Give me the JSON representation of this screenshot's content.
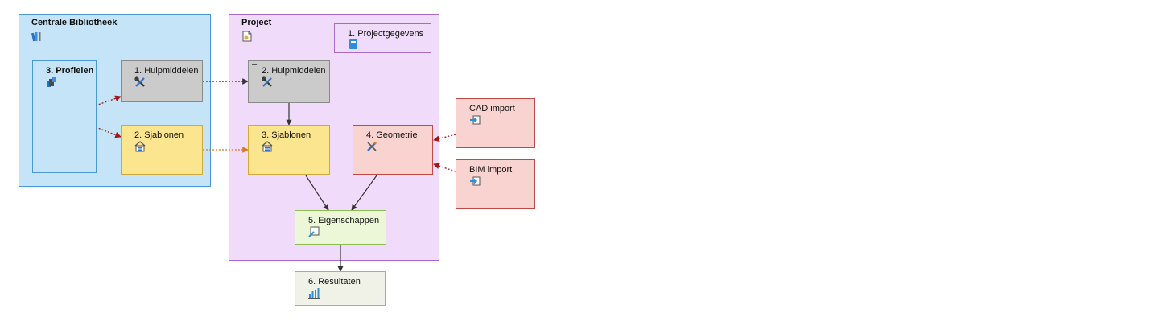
{
  "groups": {
    "library": {
      "title": "Centrale Bibliotheek",
      "icon": "books-icon"
    },
    "project": {
      "title": "Project",
      "icon": "project-document-icon"
    }
  },
  "nodes": {
    "lib_profielen": {
      "label": "3. Profielen",
      "icon": "profiles-icon"
    },
    "lib_hulpmiddelen": {
      "label": "1. Hulpmiddelen",
      "icon": "tools-icon"
    },
    "lib_sjablonen": {
      "label": "2. Sjablonen",
      "icon": "template-icon"
    },
    "projectgegevens": {
      "label": "1. Projectgegevens",
      "icon": "book-icon"
    },
    "proj_hulpmiddelen": {
      "label": "2. Hulpmiddelen",
      "icon": "tools-icon"
    },
    "proj_sjablonen": {
      "label": "3. Sjablonen",
      "icon": "template-icon"
    },
    "geometrie": {
      "label": "4. Geometrie",
      "icon": "geometry-icon"
    },
    "cad_import": {
      "label": "CAD import",
      "icon": "import-icon"
    },
    "bim_import": {
      "label": "BIM import",
      "icon": "import-icon"
    },
    "eigenschappen": {
      "label": "5. Eigenschappen",
      "icon": "properties-icon"
    },
    "resultaten": {
      "label": "6. Resultaten",
      "icon": "bar-chart-icon"
    }
  },
  "edges": [
    {
      "from": "lib_profielen",
      "to": "lib_hulpmiddelen",
      "style": "dotted",
      "color": "#a01818"
    },
    {
      "from": "lib_profielen",
      "to": "lib_sjablonen",
      "style": "dotted",
      "color": "#a01818"
    },
    {
      "from": "lib_hulpmiddelen",
      "to": "proj_hulpmiddelen",
      "style": "dotted",
      "color": "#333333"
    },
    {
      "from": "lib_sjablonen",
      "to": "proj_sjablonen",
      "style": "dotted",
      "color": "#e07820"
    },
    {
      "from": "proj_hulpmiddelen",
      "to": "proj_sjablonen",
      "style": "solid",
      "color": "#333333"
    },
    {
      "from": "proj_sjablonen",
      "to": "eigenschappen",
      "style": "solid",
      "color": "#333333"
    },
    {
      "from": "geometrie",
      "to": "eigenschappen",
      "style": "solid",
      "color": "#333333"
    },
    {
      "from": "cad_import",
      "to": "geometrie",
      "style": "dotted",
      "color": "#a01818"
    },
    {
      "from": "bim_import",
      "to": "geometrie",
      "style": "dotted",
      "color": "#a01818"
    },
    {
      "from": "eigenschappen",
      "to": "resultaten",
      "style": "solid",
      "color": "#333333"
    }
  ],
  "colors": {
    "library_fill": "#c6e4f8",
    "library_border": "#4a97d4",
    "project_fill": "#f0dcfa",
    "project_border": "#a86ac8",
    "tools_fill": "#cbcbcb",
    "template_fill": "#fbe58e",
    "geometry_fill": "#f8d3d0",
    "properties_fill": "#ecf7d8",
    "results_fill": "#f0f2e8"
  }
}
